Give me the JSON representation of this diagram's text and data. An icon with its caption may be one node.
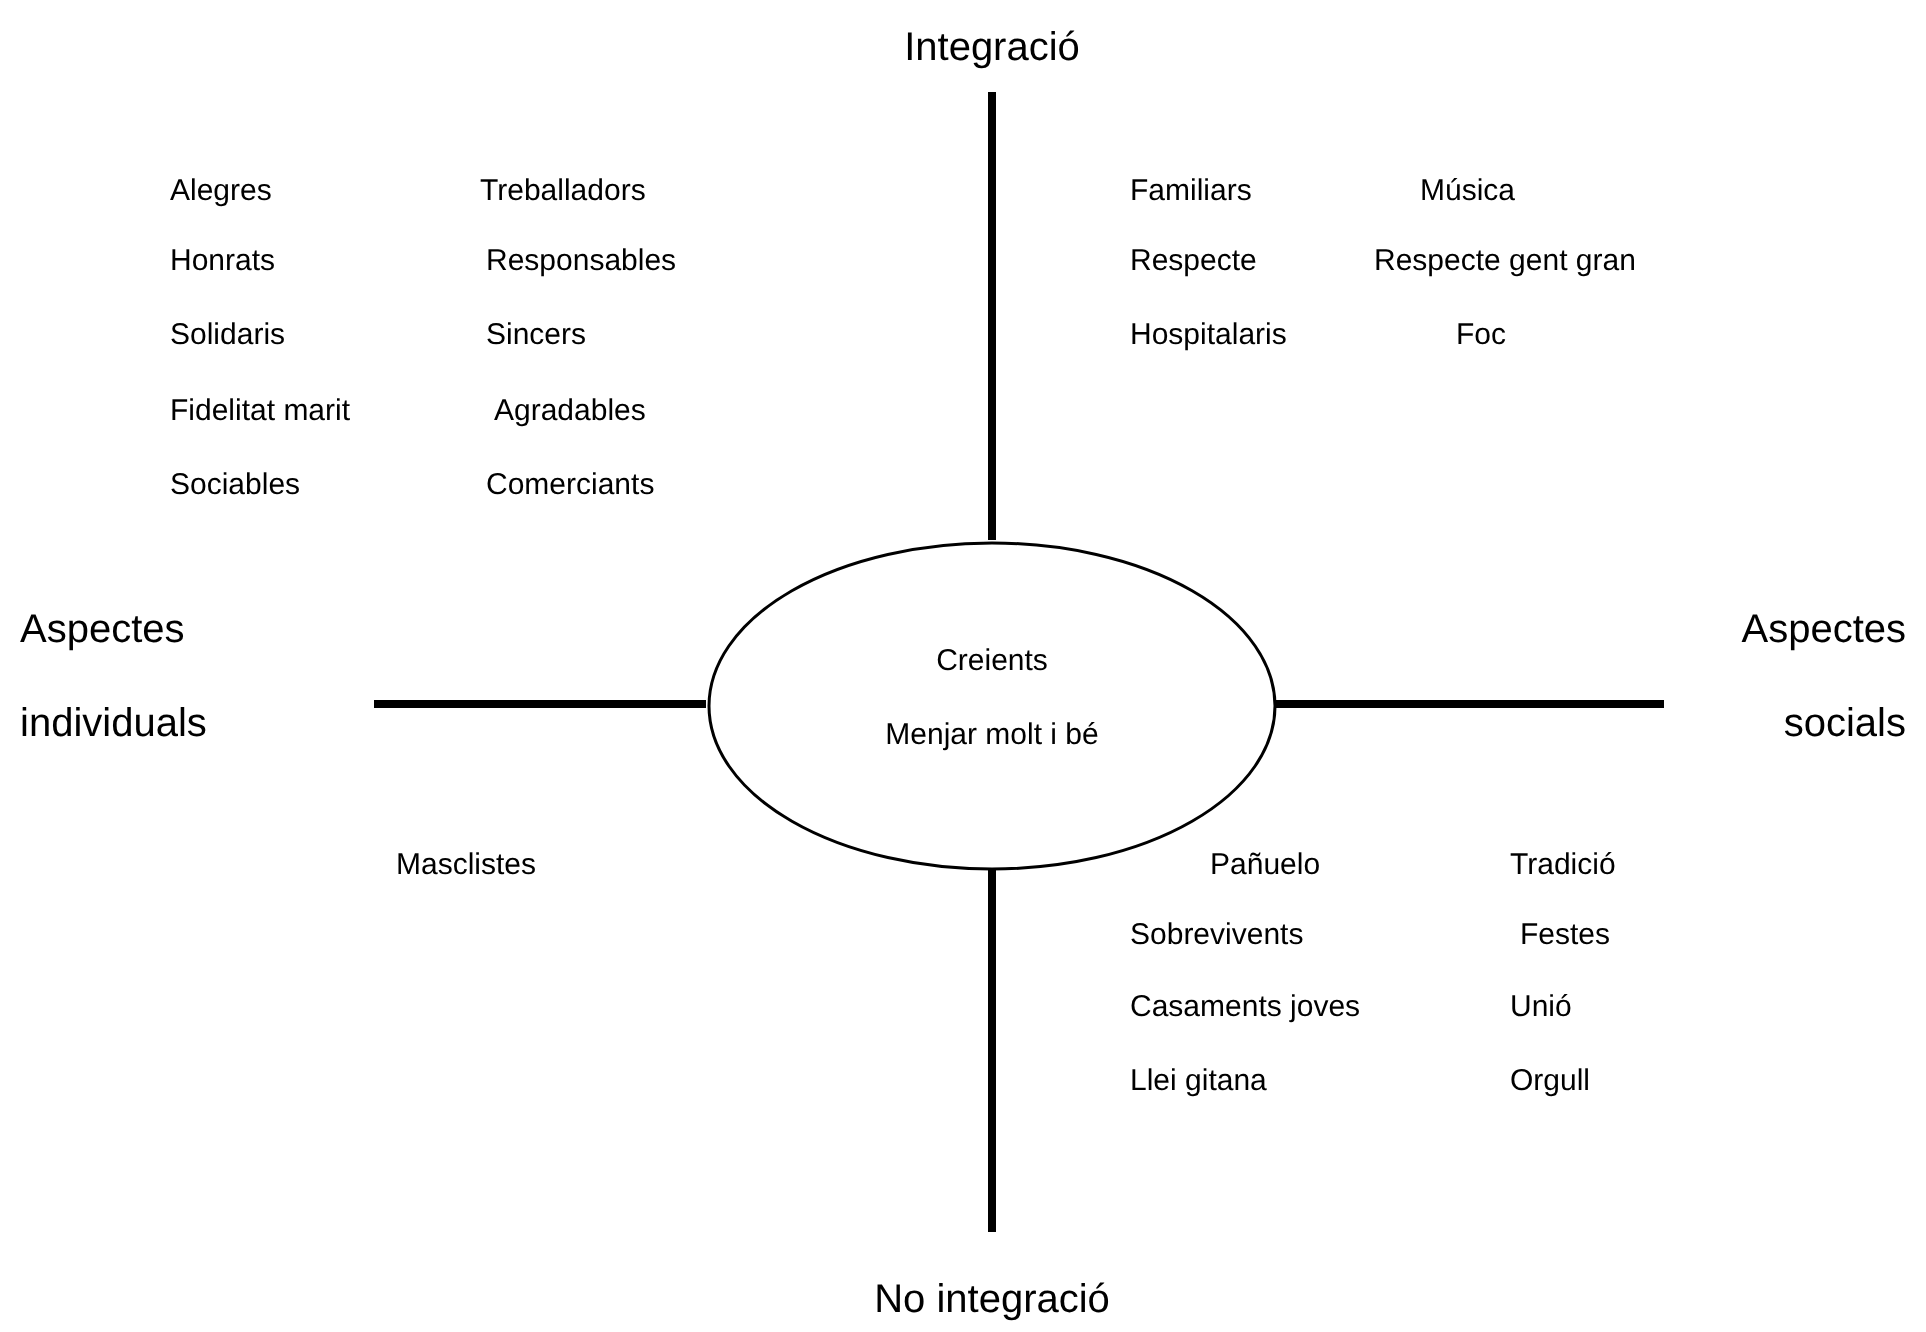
{
  "diagram": {
    "nodes": [
      {
        "text": [
          "Creients",
          "Menjar molt i bé"
        ]
      }
    ],
    "labels": [
      "Integració",
      "Alegres",
      "Treballadors",
      "Familiars",
      "Música",
      "Honrats",
      "Responsables",
      "Respecte",
      "Respecte gent gran",
      "Solidaris",
      "Sincers",
      "Hospitalaris",
      "Foc",
      "Fidelitat marit",
      "Agradables",
      "Sociables",
      "Comerciants",
      "Aspectes",
      "Aspectes",
      "individuals",
      "socials",
      "Masclistes",
      "Pañuelo",
      "Tradició",
      "Sobrevivents",
      "Festes",
      "Casaments joves",
      "Unió",
      "Llei gitana",
      "Orgull",
      "No integració"
    ]
  }
}
